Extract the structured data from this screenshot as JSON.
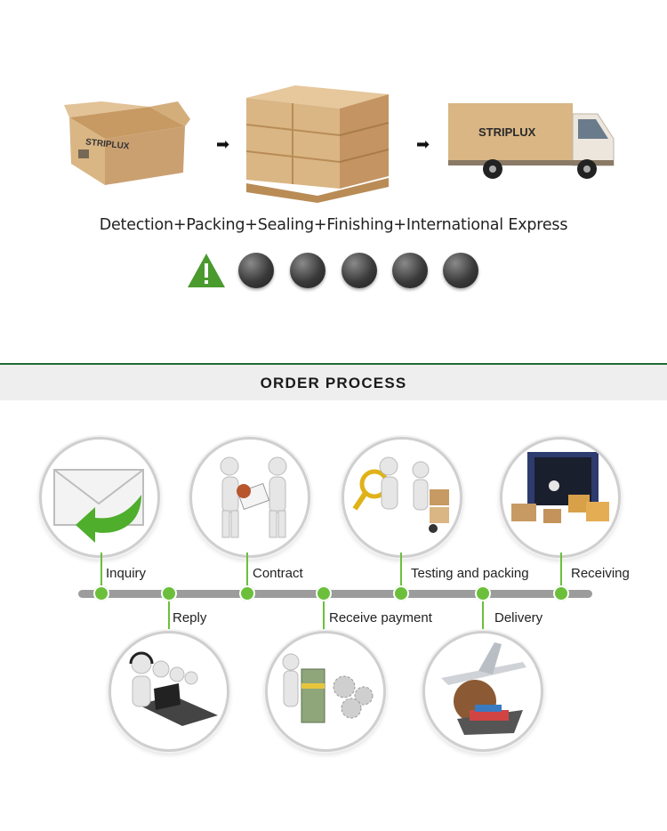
{
  "brand": "STRIPLUX",
  "caption": "Detection+Packing+Sealing+Finishing+International Express",
  "arrow_glyph": "➡",
  "section_title": "ORDER PROCESS",
  "steps_top": [
    {
      "label": "Inquiry",
      "icon": "envelope-icon"
    },
    {
      "label": "Contract",
      "icon": "handshake-icon"
    },
    {
      "label": "Testing and packing",
      "icon": "magnifier-icon"
    },
    {
      "label": "Receiving",
      "icon": "warehouse-icon"
    }
  ],
  "steps_bottom": [
    {
      "label": "Reply",
      "icon": "headset-icon"
    },
    {
      "label": "Receive payment",
      "icon": "money-icon"
    },
    {
      "label": "Delivery",
      "icon": "airplane-icon"
    }
  ],
  "colors": {
    "accent": "#6cbf3b",
    "header_line": "#1e6b33",
    "timeline": "#9c9c9c",
    "cardboard": "#d9b684"
  }
}
